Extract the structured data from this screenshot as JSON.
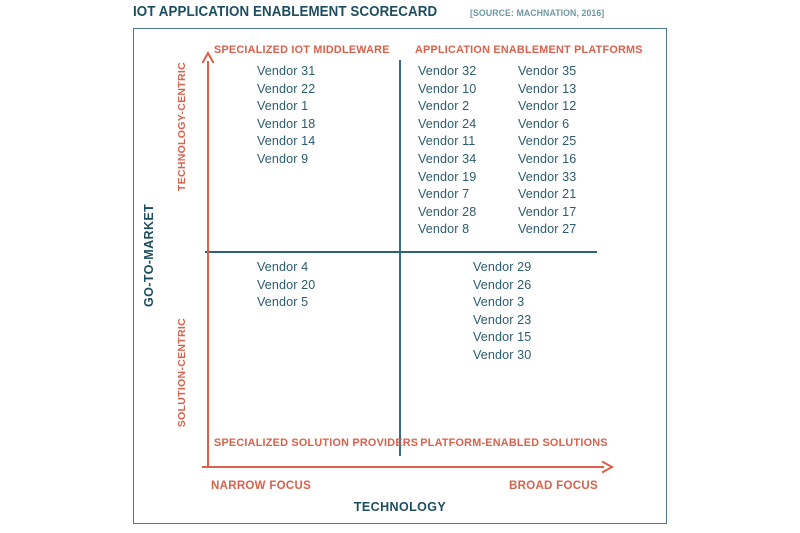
{
  "title": {
    "main": "IOT APPLICATION ENABLEMENT SCORECARD",
    "source": "[SOURCE: MACHNATION, 2016]"
  },
  "axes": {
    "y_label": "GO-TO-MARKET",
    "x_label": "TECHNOLOGY",
    "y_top_end": "TECHNOLOGY-CENTRIC",
    "y_bottom_end": "SOLUTION-CENTRIC",
    "x_left_end": "NARROW FOCUS",
    "x_right_end": "BROAD FOCUS",
    "arrow_color": "#d9614c",
    "axis_text_color": "#1d4e5f"
  },
  "quadrants": {
    "top_left": {
      "title": "SPECIALIZED IOT MIDDLEWARE",
      "vendors": [
        "Vendor 31",
        "Vendor 22",
        "Vendor 1",
        "Vendor 18",
        "Vendor 14",
        "Vendor 9"
      ]
    },
    "top_right": {
      "title": "APPLICATION ENABLEMENT PLATFORMS",
      "vendors_col1": [
        "Vendor 32",
        "Vendor 10",
        "Vendor 2",
        "Vendor 24",
        "Vendor 11",
        "Vendor 34",
        "Vendor 19",
        "Vendor 7",
        "Vendor 28",
        "Vendor 8"
      ],
      "vendors_col2": [
        "Vendor 35",
        "Vendor 13",
        "Vendor 12",
        "Vendor 6",
        "Vendor 25",
        "Vendor 16",
        "Vendor 33",
        "Vendor 21",
        "Vendor 17",
        "Vendor 27"
      ]
    },
    "bottom_left": {
      "title": "SPECIALIZED SOLUTION PROVIDERS",
      "vendors": [
        "Vendor 4",
        "Vendor 20",
        "Vendor 5"
      ]
    },
    "bottom_right": {
      "title": "PLATFORM-ENABLED SOLUTIONS",
      "vendors": [
        "Vendor 29",
        "Vendor 26",
        "Vendor 3",
        "Vendor 23",
        "Vendor 15",
        "Vendor 30"
      ]
    }
  },
  "colors": {
    "accent_orange": "#d9614c",
    "teal_dark": "#1d4e5f",
    "teal_text": "#2c5d6e",
    "frame": "#4a7c8c"
  },
  "chart_data": {
    "type": "scatter",
    "title": "IOT APPLICATION ENABLEMENT SCORECARD",
    "subtitle": "[SOURCE: MACHNATION, 2016]",
    "xlabel": "TECHNOLOGY",
    "ylabel": "GO-TO-MARKET",
    "x_axis_ends": [
      "NARROW FOCUS",
      "BROAD FOCUS"
    ],
    "y_axis_ends": [
      "SOLUTION-CENTRIC",
      "TECHNOLOGY-CENTRIC"
    ],
    "grid": false,
    "legend": "none",
    "quadrant_names": [
      "SPECIALIZED IOT MIDDLEWARE",
      "APPLICATION ENABLEMENT PLATFORMS",
      "SPECIALIZED SOLUTION PROVIDERS",
      "PLATFORM-ENABLED SOLUTIONS"
    ],
    "quadrant_counts": [
      6,
      20,
      3,
      6
    ],
    "total_vendors": 35,
    "items": [
      {
        "label": "Vendor 31",
        "quadrant": "SPECIALIZED IOT MIDDLEWARE"
      },
      {
        "label": "Vendor 22",
        "quadrant": "SPECIALIZED IOT MIDDLEWARE"
      },
      {
        "label": "Vendor 1",
        "quadrant": "SPECIALIZED IOT MIDDLEWARE"
      },
      {
        "label": "Vendor 18",
        "quadrant": "SPECIALIZED IOT MIDDLEWARE"
      },
      {
        "label": "Vendor 14",
        "quadrant": "SPECIALIZED IOT MIDDLEWARE"
      },
      {
        "label": "Vendor 9",
        "quadrant": "SPECIALIZED IOT MIDDLEWARE"
      },
      {
        "label": "Vendor 32",
        "quadrant": "APPLICATION ENABLEMENT PLATFORMS"
      },
      {
        "label": "Vendor 10",
        "quadrant": "APPLICATION ENABLEMENT PLATFORMS"
      },
      {
        "label": "Vendor 2",
        "quadrant": "APPLICATION ENABLEMENT PLATFORMS"
      },
      {
        "label": "Vendor 24",
        "quadrant": "APPLICATION ENABLEMENT PLATFORMS"
      },
      {
        "label": "Vendor 11",
        "quadrant": "APPLICATION ENABLEMENT PLATFORMS"
      },
      {
        "label": "Vendor 34",
        "quadrant": "APPLICATION ENABLEMENT PLATFORMS"
      },
      {
        "label": "Vendor 19",
        "quadrant": "APPLICATION ENABLEMENT PLATFORMS"
      },
      {
        "label": "Vendor 7",
        "quadrant": "APPLICATION ENABLEMENT PLATFORMS"
      },
      {
        "label": "Vendor 28",
        "quadrant": "APPLICATION ENABLEMENT PLATFORMS"
      },
      {
        "label": "Vendor 8",
        "quadrant": "APPLICATION ENABLEMENT PLATFORMS"
      },
      {
        "label": "Vendor 35",
        "quadrant": "APPLICATION ENABLEMENT PLATFORMS"
      },
      {
        "label": "Vendor 13",
        "quadrant": "APPLICATION ENABLEMENT PLATFORMS"
      },
      {
        "label": "Vendor 12",
        "quadrant": "APPLICATION ENABLEMENT PLATFORMS"
      },
      {
        "label": "Vendor 6",
        "quadrant": "APPLICATION ENABLEMENT PLATFORMS"
      },
      {
        "label": "Vendor 25",
        "quadrant": "APPLICATION ENABLEMENT PLATFORMS"
      },
      {
        "label": "Vendor 16",
        "quadrant": "APPLICATION ENABLEMENT PLATFORMS"
      },
      {
        "label": "Vendor 33",
        "quadrant": "APPLICATION ENABLEMENT PLATFORMS"
      },
      {
        "label": "Vendor 21",
        "quadrant": "APPLICATION ENABLEMENT PLATFORMS"
      },
      {
        "label": "Vendor 17",
        "quadrant": "APPLICATION ENABLEMENT PLATFORMS"
      },
      {
        "label": "Vendor 27",
        "quadrant": "APPLICATION ENABLEMENT PLATFORMS"
      },
      {
        "label": "Vendor 4",
        "quadrant": "SPECIALIZED SOLUTION PROVIDERS"
      },
      {
        "label": "Vendor 20",
        "quadrant": "SPECIALIZED SOLUTION PROVIDERS"
      },
      {
        "label": "Vendor 5",
        "quadrant": "SPECIALIZED SOLUTION PROVIDERS"
      },
      {
        "label": "Vendor 29",
        "quadrant": "PLATFORM-ENABLED SOLUTIONS"
      },
      {
        "label": "Vendor 26",
        "quadrant": "PLATFORM-ENABLED SOLUTIONS"
      },
      {
        "label": "Vendor 3",
        "quadrant": "PLATFORM-ENABLED SOLUTIONS"
      },
      {
        "label": "Vendor 23",
        "quadrant": "PLATFORM-ENABLED SOLUTIONS"
      },
      {
        "label": "Vendor 15",
        "quadrant": "PLATFORM-ENABLED SOLUTIONS"
      },
      {
        "label": "Vendor 30",
        "quadrant": "PLATFORM-ENABLED SOLUTIONS"
      }
    ]
  }
}
